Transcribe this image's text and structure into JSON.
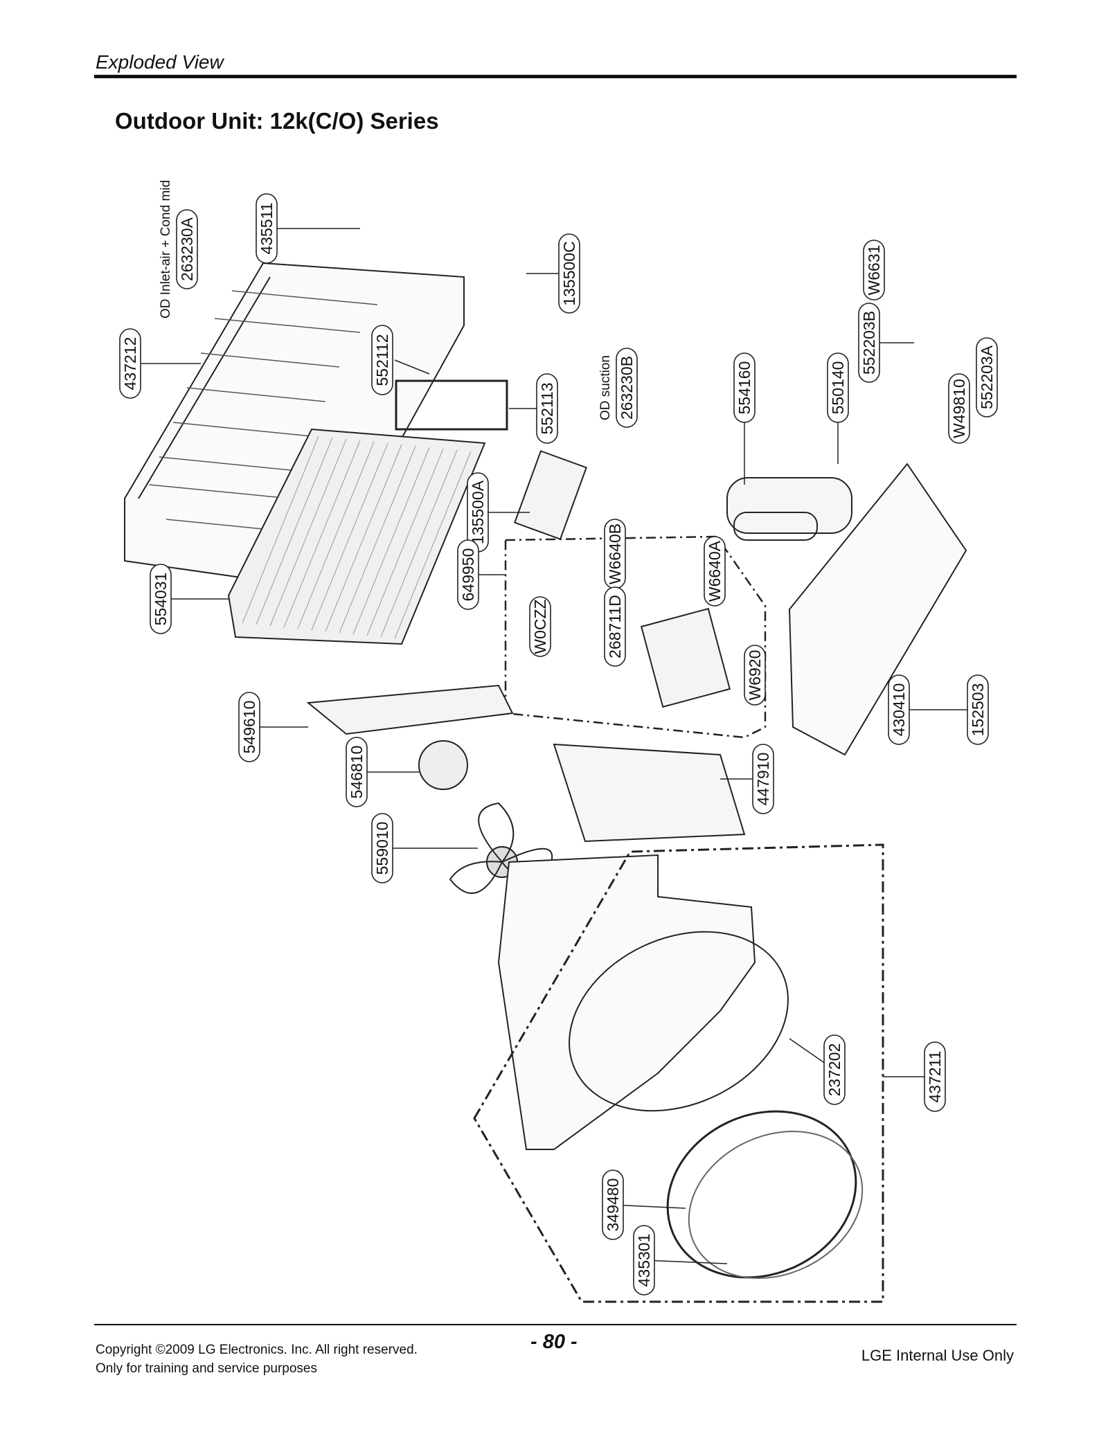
{
  "header": {
    "section": "Exploded View",
    "title": "Outdoor Unit: 12k(C/O) Series"
  },
  "diagram": {
    "part_labels": [
      {
        "id": "435511"
      },
      {
        "id": "135500C"
      },
      {
        "id": "437212"
      },
      {
        "id": "263230A",
        "note": "OD Inlet-air + Cond mid"
      },
      {
        "id": "552112"
      },
      {
        "id": "552113"
      },
      {
        "id": "135500A"
      },
      {
        "id": "649950"
      },
      {
        "id": "554031"
      },
      {
        "id": "263230B",
        "note": "OD suction"
      },
      {
        "id": "554160"
      },
      {
        "id": "550140"
      },
      {
        "id": "552203B"
      },
      {
        "id": "W6631"
      },
      {
        "id": "552203A"
      },
      {
        "id": "W49810"
      },
      {
        "id": "W6640B"
      },
      {
        "id": "W0CZZ"
      },
      {
        "id": "268711D"
      },
      {
        "id": "W6640A"
      },
      {
        "id": "W6920"
      },
      {
        "id": "152503"
      },
      {
        "id": "430410"
      },
      {
        "id": "549610"
      },
      {
        "id": "546810"
      },
      {
        "id": "447910"
      },
      {
        "id": "559010"
      },
      {
        "id": "237202"
      },
      {
        "id": "437211"
      },
      {
        "id": "349480"
      },
      {
        "id": "435301"
      }
    ]
  },
  "footer": {
    "copyright": "Copyright ©2009 LG Electronics. Inc. All right reserved.",
    "purpose": "Only for training and service purposes",
    "page": "- 80 -",
    "classification": "LGE Internal Use Only"
  }
}
